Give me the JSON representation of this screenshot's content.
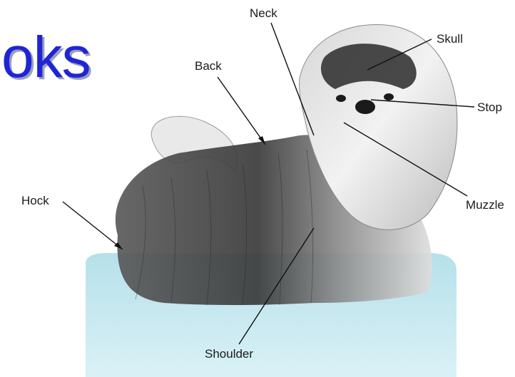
{
  "title_fragment": "oks",
  "labels": {
    "neck": "Neck",
    "skull": "Skull",
    "back": "Back",
    "stop": "Stop",
    "muzzle": "Muzzle",
    "hock": "Hock",
    "shoulder": "Shoulder"
  },
  "colors": {
    "title": "#1f25d6",
    "platform": "#bfe6ef",
    "fur_dark": "#2b2b2b",
    "fur_light": "#e6e6e6"
  }
}
